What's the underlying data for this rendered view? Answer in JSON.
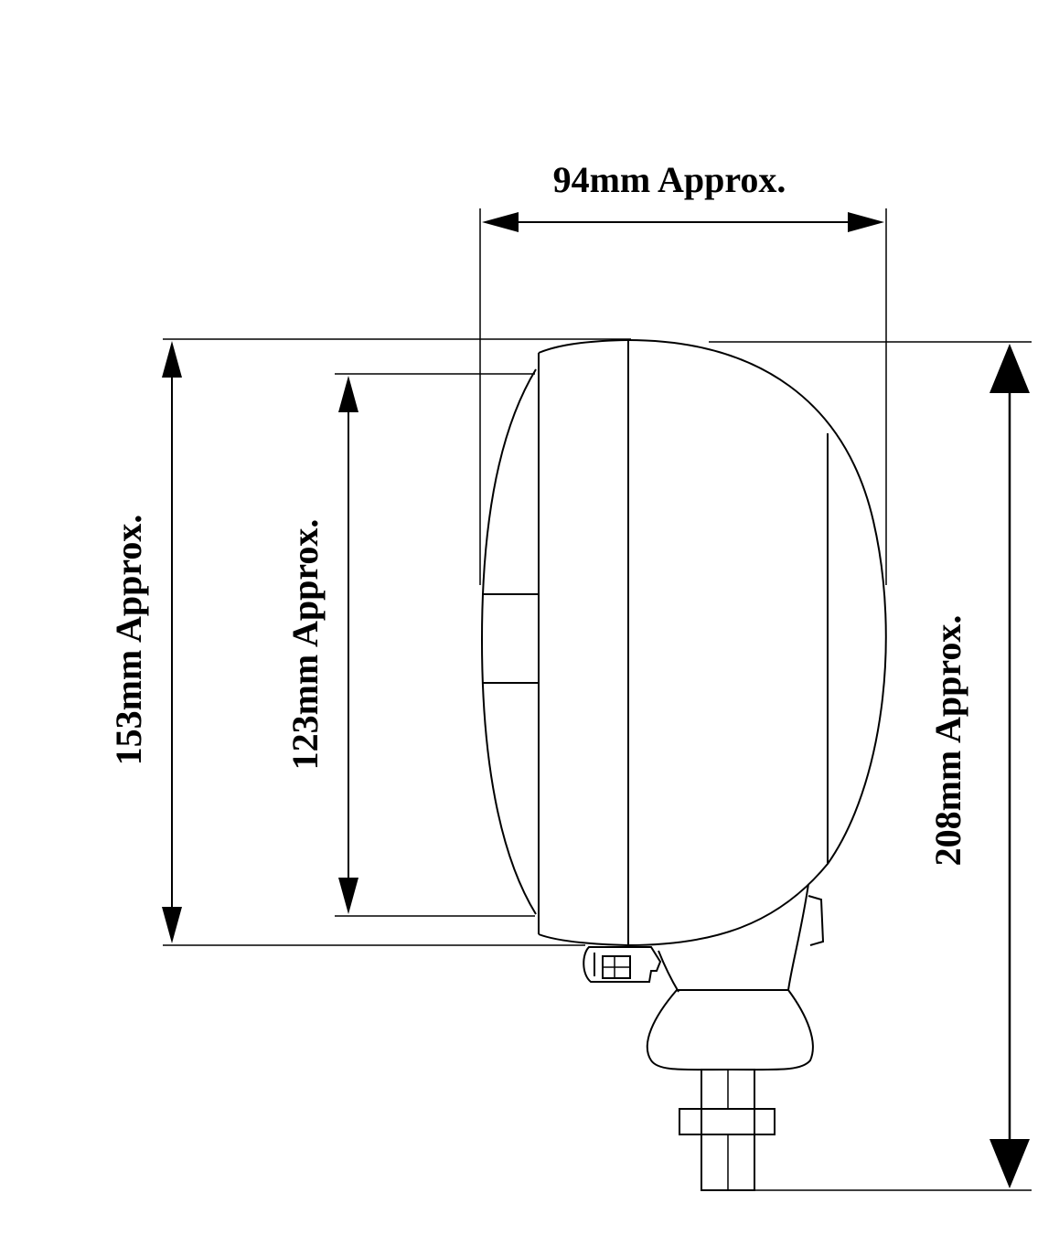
{
  "diagram": {
    "dimensions": {
      "width_label": "94mm Approx.",
      "outer_height_label": "153mm Approx.",
      "inner_height_label": "123mm Approx.",
      "total_height_label": "208mm Approx."
    },
    "colors": {
      "line": "#000000",
      "background": "#ffffff"
    }
  }
}
